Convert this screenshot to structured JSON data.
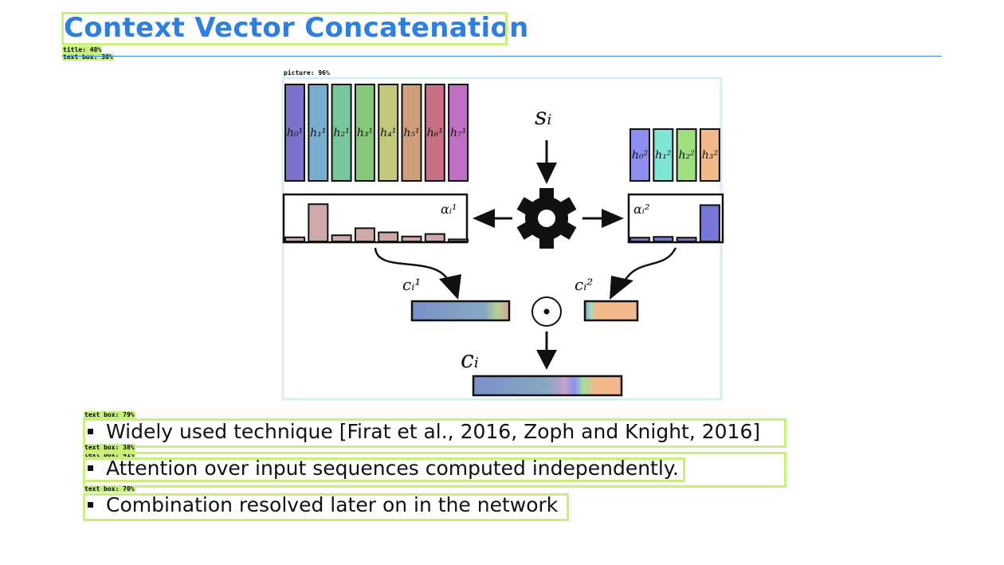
{
  "slide": {
    "title": "Context Vector Concatenation",
    "bullets": [
      "Widely used technique [Firat et al., 2016, Zoph and Knight, 2016]",
      "Attention over input sequences computed independently.",
      "Combination resolved later on in the network"
    ]
  },
  "detections": {
    "title": "title: 48%",
    "title_text": "text box: 38%",
    "picture": "picture: 96%",
    "bullet_1": "text box: 79%",
    "bullet_2a": "text box: 38%",
    "bullet_2b": "text box: 41%",
    "bullet_3": "text box: 70%"
  },
  "figure": {
    "encoder1_states": [
      "h₀¹",
      "h₁¹",
      "h₂¹",
      "h₃¹",
      "h₄¹",
      "h₅¹",
      "h₆¹",
      "h₇¹"
    ],
    "encoder2_states": [
      "h₀²",
      "h₁²",
      "h₂²",
      "h₃²"
    ],
    "decoder_state": "sᵢ",
    "attention1_label": "αᵢ¹",
    "attention2_label": "αᵢ²",
    "attention1_weights": [
      0.1,
      0.9,
      0.15,
      0.32,
      0.22,
      0.12,
      0.18,
      0.05
    ],
    "attention2_weights": [
      0.1,
      0.12,
      0.1,
      0.95
    ],
    "context1_label": "cᵢ¹",
    "context2_label": "cᵢ²",
    "context_label": "cᵢ",
    "concat_symbol": "⊙",
    "colors": {
      "enc1": [
        "#7b72c9",
        "#79aecf",
        "#76c79c",
        "#84c878",
        "#c2c97a",
        "#cf9f7c",
        "#c96f86",
        "#c070c3"
      ],
      "enc2": [
        "#8d8ef0",
        "#7fe6d6",
        "#9fe07e",
        "#f2b98a"
      ],
      "attn1_bar": "#cfa9a8",
      "attn2_bar": "#7677d6"
    }
  }
}
